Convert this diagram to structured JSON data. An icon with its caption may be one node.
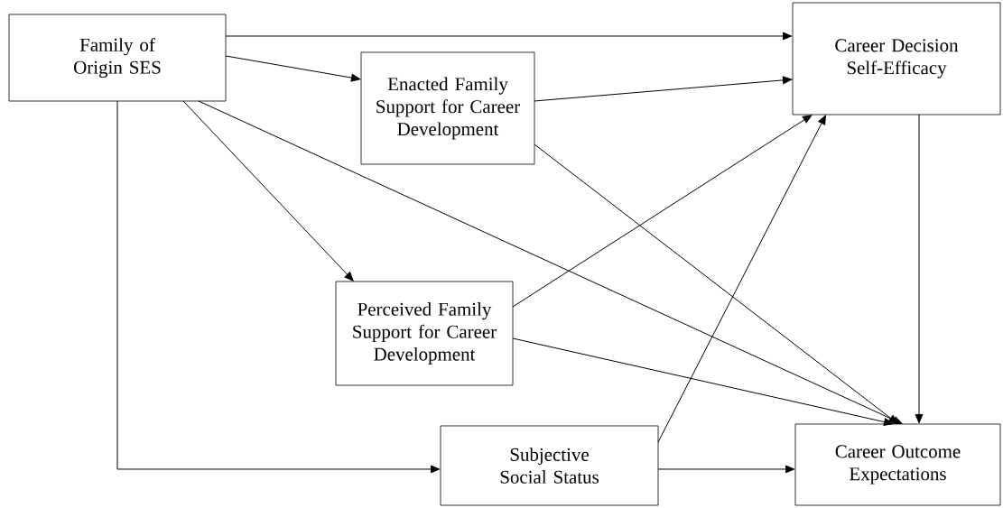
{
  "diagram": {
    "nodes": [
      {
        "text": [
          "Family of Origin SES"
        ]
      },
      {
        "text": [
          "Enacted Family Support for Career Development"
        ]
      },
      {
        "text": [
          "Career Decision Self-Efficacy"
        ]
      },
      {
        "text": [
          "Perceived Family Support for Career Development"
        ]
      },
      {
        "text": [
          "Subjective Social Status"
        ]
      },
      {
        "text": [
          "Career Outcome Expectations"
        ]
      }
    ],
    "edges": [
      {
        "from": 0,
        "to": 2,
        "arrow": "to"
      },
      {
        "from": 0,
        "to": 1,
        "arrow": "to"
      },
      {
        "from": 1,
        "to": 2,
        "arrow": "to"
      },
      {
        "from": 0,
        "to": 3,
        "arrow": "to"
      },
      {
        "from": 0,
        "to": 5,
        "arrow": "to"
      },
      {
        "from": 1,
        "to": 5,
        "arrow": "to"
      },
      {
        "from": 3,
        "to": 2,
        "arrow": "to"
      },
      {
        "from": 4,
        "to": 2,
        "arrow": "to"
      },
      {
        "from": 3,
        "to": 5,
        "arrow": "to"
      },
      {
        "from": 2,
        "to": 5,
        "arrow": "to"
      },
      {
        "from": 0,
        "to": 4,
        "arrow": "to"
      },
      {
        "from": 4,
        "to": 5,
        "arrow": "to"
      }
    ]
  }
}
